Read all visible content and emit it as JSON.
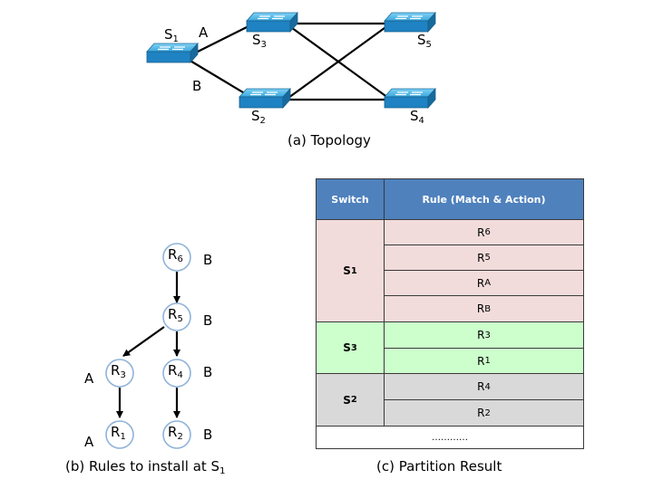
{
  "topology": {
    "caption": "(a) Topology",
    "switches": {
      "s1": {
        "main": "S",
        "sub": "1"
      },
      "s2": {
        "main": "S",
        "sub": "2"
      },
      "s3": {
        "main": "S",
        "sub": "3"
      },
      "s4": {
        "main": "S",
        "sub": "4"
      },
      "s5": {
        "main": "S",
        "sub": "5"
      }
    },
    "links": {
      "a": "A",
      "b": "B"
    }
  },
  "rules": {
    "caption_main": "(b) Rules to install at S",
    "caption_sub": "1",
    "nodes": {
      "r6": {
        "main": "R",
        "sub": "6",
        "path": "B"
      },
      "r5": {
        "main": "R",
        "sub": "5",
        "path": "B"
      },
      "r3": {
        "main": "R",
        "sub": "3",
        "path": "A"
      },
      "r4": {
        "main": "R",
        "sub": "4",
        "path": "B"
      },
      "r1": {
        "main": "R",
        "sub": "1",
        "path": "A"
      },
      "r2": {
        "main": "R",
        "sub": "2",
        "path": "B"
      }
    }
  },
  "partition": {
    "caption": "(c) Partition Result",
    "header": {
      "switch": "Switch",
      "rule": "Rule (Match & Action)"
    },
    "colors": {
      "header": "#4f81bd",
      "s1": "#f2dcdb",
      "s3": "#ccffcc",
      "s2": "#d9d9d9",
      "footer": "#ffffff"
    },
    "groups": [
      {
        "switch_main": "S",
        "switch_sub": "1",
        "rules": [
          {
            "main": "R",
            "sub": "6"
          },
          {
            "main": "R",
            "sub": "5"
          },
          {
            "main": "R",
            "sub": "A"
          },
          {
            "main": "R",
            "sub": "B"
          }
        ]
      },
      {
        "switch_main": "S",
        "switch_sub": "3",
        "rules": [
          {
            "main": "R",
            "sub": "3"
          },
          {
            "main": "R",
            "sub": "1"
          }
        ]
      },
      {
        "switch_main": "S",
        "switch_sub": "2",
        "rules": [
          {
            "main": "R",
            "sub": "4"
          },
          {
            "main": "R",
            "sub": "2"
          }
        ]
      }
    ],
    "footer": "…………"
  }
}
